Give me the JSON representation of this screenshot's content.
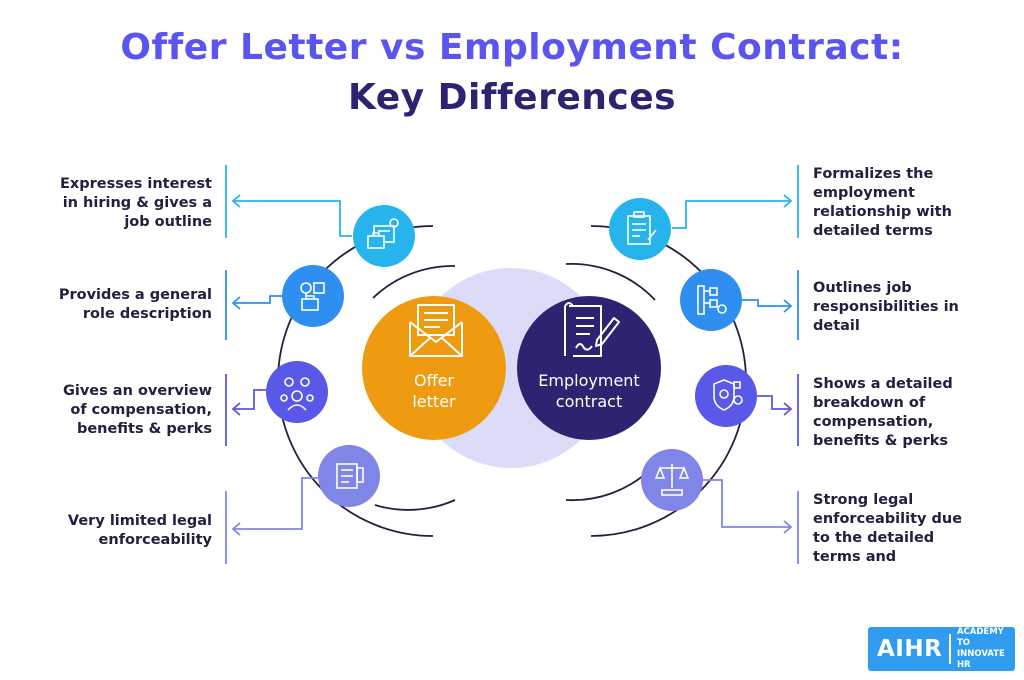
{
  "title": {
    "line1": "Offer Letter vs Employment Contract:",
    "line2": "Key Differences"
  },
  "center": {
    "offer_letter": {
      "line1": "Offer",
      "line2": "letter",
      "color": "#ee9b12",
      "icon": "envelope-letter-icon"
    },
    "employment_contract": {
      "line1": "Employment",
      "line2": "contract",
      "color": "#2c2470",
      "icon": "signed-document-icon"
    },
    "overlap_color": "#dcdcf8"
  },
  "left_items": [
    {
      "text": [
        "Expresses interest",
        "in hiring & gives a",
        "job outline"
      ],
      "color": "#27b4ec",
      "icon": "briefcase-resume-icon"
    },
    {
      "text": [
        "Provides a general",
        "role description"
      ],
      "color": "#2f8ff0",
      "icon": "role-description-icon"
    },
    {
      "text": [
        "Gives an overview",
        "of compensation,",
        "benefits & perks"
      ],
      "color": "#5a58e8",
      "icon": "compensation-team-icon"
    },
    {
      "text": [
        "Very limited legal",
        "enforceability"
      ],
      "color": "#8086e8",
      "icon": "legal-document-icon"
    }
  ],
  "right_items": [
    {
      "text": [
        "Formalizes the",
        "employment",
        "relationship with",
        "detailed terms"
      ],
      "color": "#27b4ec",
      "icon": "clipboard-checklist-icon"
    },
    {
      "text": [
        "Outlines job",
        "responsibilities in",
        "detail"
      ],
      "color": "#2f8ff0",
      "icon": "task-flow-icon"
    },
    {
      "text": [
        "Shows a detailed",
        "breakdown of",
        "compensation,",
        "benefits & perks"
      ],
      "color": "#5a58e8",
      "icon": "benefits-shield-icon"
    },
    {
      "text": [
        "Strong legal",
        "enforceability due",
        "to the detailed",
        "terms and"
      ],
      "color": "#8086e8",
      "icon": "scales-gavel-icon"
    }
  ],
  "brand": {
    "logo": "AIHR",
    "tagline_line1": "ACADEMY TO",
    "tagline_line2": "INNOVATE HR",
    "color": "#2f9cf0"
  }
}
